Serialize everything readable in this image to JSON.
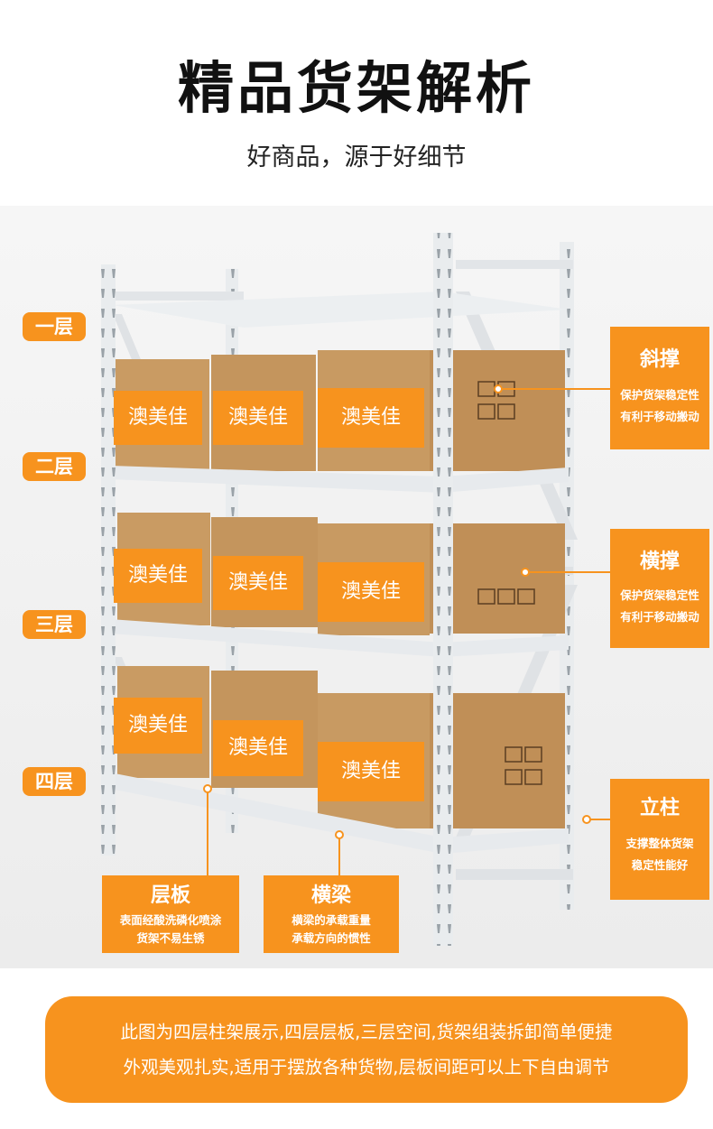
{
  "header": {
    "title": "精品货架解析",
    "subtitle": "好商品，源于好细节"
  },
  "colors": {
    "accent": "#f7931e",
    "box": "#c89a63",
    "rack": "#e6e9ec"
  },
  "layers": [
    "一层",
    "二层",
    "三层",
    "四层"
  ],
  "box_label": "澳美佳",
  "callouts": {
    "diagonal": {
      "title": "斜撑",
      "desc1": "保护货架稳定性",
      "desc2": "有利于移动搬动"
    },
    "crossbar": {
      "title": "横撑",
      "desc1": "保护货架稳定性",
      "desc2": "有利于移动搬动"
    },
    "upright": {
      "title": "立柱",
      "desc1": "支撑整体货架",
      "desc2": "稳定性能好"
    },
    "shelf": {
      "title": "层板",
      "desc1": "表面经酸洗磷化喷涂",
      "desc2": "货架不易生锈"
    },
    "beam": {
      "title": "横梁",
      "desc1": "横梁的承载重量",
      "desc2": "承载方向的惯性"
    }
  },
  "footer": {
    "line1": "此图为四层柱架展示,四层层板,三层空间,货架组装拆卸简单便捷",
    "line2": "外观美观扎实,适用于摆放各种货物,层板间距可以上下自由调节"
  }
}
